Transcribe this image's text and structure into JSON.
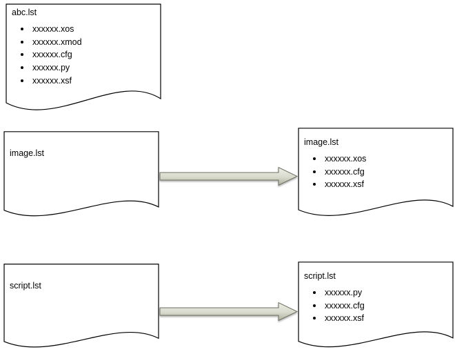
{
  "diagram": {
    "documents": [
      {
        "title": "abc.lst",
        "items": [
          "xxxxxx.xos",
          "xxxxxx.xmod",
          "xxxxxx.cfg",
          "xxxxxx.py",
          "xxxxxx.xsf"
        ]
      },
      {
        "title": "image.lst",
        "items": []
      },
      {
        "title": "image.lst",
        "items": [
          "xxxxxx.xos",
          "xxxxxx.cfg",
          "xxxxxx.xsf"
        ]
      },
      {
        "title": "script.lst",
        "items": []
      },
      {
        "title": "script.lst",
        "items": [
          "xxxxxx.py",
          "xxxxxx.cfg",
          "xxxxxx.xsf"
        ]
      }
    ],
    "arrows": [
      {
        "from": "image.lst",
        "to": "image.lst"
      },
      {
        "from": "script.lst",
        "to": "script.lst"
      }
    ],
    "colors": {
      "document_fill": "#ffffff",
      "document_stroke": "#000000",
      "arrow_fill_top": "#edeee7",
      "arrow_fill_mid": "#d7dacb",
      "arrow_fill_bottom": "#adb1a0",
      "arrow_stroke": "#6b6f60",
      "text": "#000000"
    }
  }
}
